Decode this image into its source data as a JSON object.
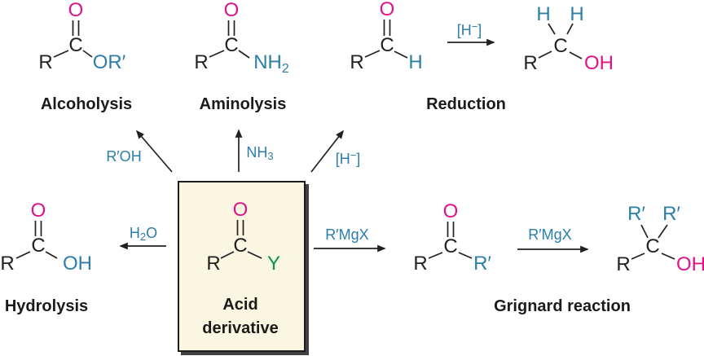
{
  "colors": {
    "black": "#232021",
    "blue": "#2b7ea9",
    "pink": "#e01289",
    "green": "#049347",
    "box_fill": "#fbf6e2",
    "box_shadow": "#414042"
  },
  "titles": {
    "alcoholysis": "Alcoholysis",
    "aminolysis": "Aminolysis",
    "reduction": "Reduction",
    "hydrolysis": "Hydrolysis",
    "grignard": "Grignard reaction",
    "acid_derivative_line1": "Acid",
    "acid_derivative_line2": "derivative"
  },
  "reagents": {
    "r_prime_oh": "R′OH",
    "nh3": {
      "base": "NH",
      "sub": "3"
    },
    "hydride": {
      "pre": "[H",
      "sup": "−",
      "post": "]"
    },
    "h2o": {
      "pre": "H",
      "sub": "2",
      "post": "O"
    },
    "rmgx_1": "R′MgX",
    "rmgx_2": "R′MgX"
  },
  "molecules": {
    "ester": {
      "r": "R",
      "c": "C",
      "o": "O",
      "or": "OR′"
    },
    "amide": {
      "r": "R",
      "c": "C",
      "o": "O",
      "n_base": "NH",
      "n_sub": "2"
    },
    "aldehyde": {
      "r": "R",
      "c": "C",
      "o": "O",
      "h": "H"
    },
    "primary_alcohol": {
      "h1": "H",
      "h2": "H",
      "r": "R",
      "c": "C",
      "oh": "OH"
    },
    "carboxylic_acid": {
      "r": "R",
      "c": "C",
      "o": "O",
      "oh": "OH"
    },
    "acid_derivative": {
      "r": "R",
      "c": "C",
      "o": "O",
      "y": "Y"
    },
    "ketone": {
      "r": "R",
      "c": "C",
      "o": "O",
      "r_prime": "R′"
    },
    "tertiary_alcohol": {
      "r_prime_1": "R′",
      "r_prime_2": "R′",
      "r": "R",
      "c": "C",
      "oh": "OH"
    }
  }
}
